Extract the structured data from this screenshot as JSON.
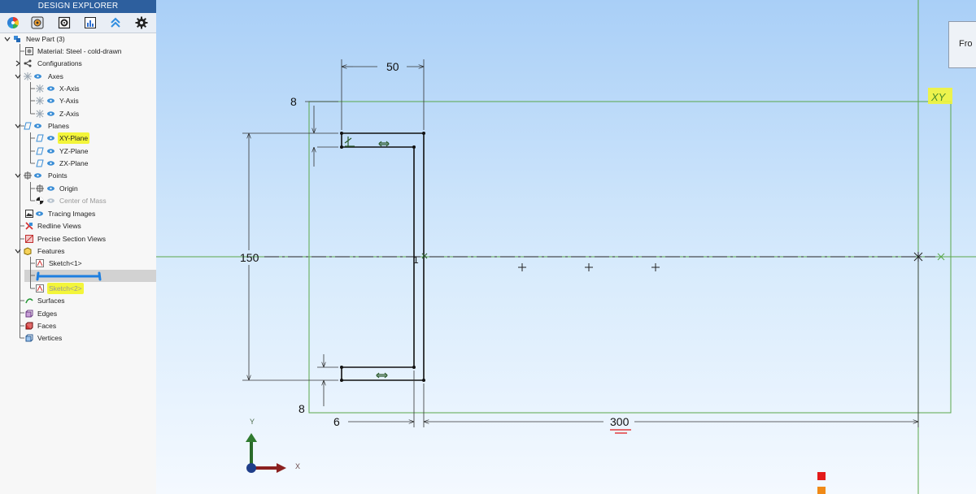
{
  "explorer": {
    "title": "DESIGN EXPLORER",
    "toolbar": [
      {
        "icon": "color-wheel-icon"
      },
      {
        "icon": "view-settings-icon"
      },
      {
        "icon": "gear-box-icon"
      },
      {
        "icon": "chart-icon"
      },
      {
        "icon": "double-chevron-up-icon"
      },
      {
        "icon": "settings-gear-icon"
      }
    ]
  },
  "tree": {
    "root": "New Part (3)",
    "material": "Material: Steel - cold-drawn",
    "configurations": "Configurations",
    "axes": "Axes",
    "x_axis": "X-Axis",
    "y_axis": "Y-Axis",
    "z_axis": "Z-Axis",
    "planes": "Planes",
    "xy_plane": "XY-Plane",
    "yz_plane": "YZ-Plane",
    "zx_plane": "ZX-Plane",
    "points": "Points",
    "origin": "Origin",
    "center_of_mass": "Center of Mass",
    "tracing_images": "Tracing Images",
    "redline_views": "Redline Views",
    "precise_section_views": "Precise Section Views",
    "features": "Features",
    "sketch1": "Sketch<1>",
    "sketch2": "Sketch<2>",
    "surfaces": "Surfaces",
    "edges": "Edges",
    "faces": "Faces",
    "vertices": "Vertices"
  },
  "viewport": {
    "dims": {
      "width_top": "50",
      "thickness_top": "8",
      "height": "150",
      "thickness_bottom": "8",
      "web": "6",
      "length": "300"
    },
    "labels": {
      "plane_tag": "XY",
      "constraint_mark": "1",
      "axis_y": "Y",
      "axis_x": "X"
    },
    "panel_text": "Fro"
  },
  "colors": {
    "sketch_line": "#111111",
    "plane_green": "#5aa74a",
    "highlight_yellow": "#f3f53a",
    "selection_blue": "#1e7fe0"
  }
}
